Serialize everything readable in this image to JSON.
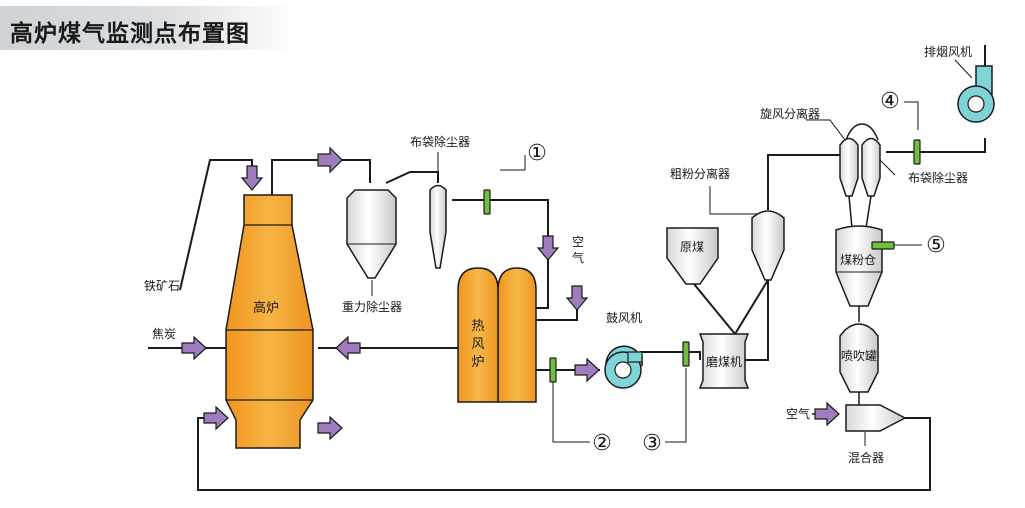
{
  "title": "高炉煤气监测点布置图",
  "colors": {
    "furnace": "#f2a12d",
    "equipment": "#f2f2f2",
    "arrow": "#a07bbd",
    "sensor": "#6fbf3c",
    "fan": "#7fd4d8",
    "line": "#1a1a1a"
  },
  "labels": {
    "blast_furnace": "高炉",
    "iron_ore": "铁矿石",
    "coke": "焦炭",
    "gravity_dust_collector": "重力除尘器",
    "bag_filter_1": "布袋除尘器",
    "hot_blast_stove": [
      "热",
      "风",
      "炉"
    ],
    "air_1": [
      "空",
      "气"
    ],
    "blower": "鼓风机",
    "raw_coal": "原煤",
    "coarse_separator": "粗粉分离器",
    "coal_mill": "磨煤机",
    "cyclone_separator": "旋风分离器",
    "bag_filter_2": "布袋除尘器",
    "exhaust_fan": "排烟风机",
    "coal_bin": "煤粉仓",
    "injection_tank": "喷吹罐",
    "air_2": "空气",
    "mixer": "混合器"
  },
  "monitoring_points": [
    "①",
    "②",
    "③",
    "④",
    "⑤"
  ]
}
